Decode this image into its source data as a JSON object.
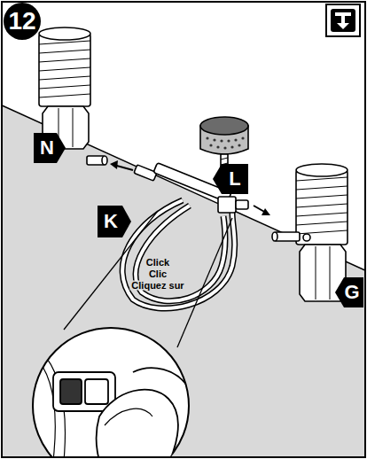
{
  "diagram": {
    "labels": [
      "12",
      "N",
      "L",
      "K",
      "G",
      "Click",
      "Clic",
      "Cliquez sur"
    ]
  }
}
